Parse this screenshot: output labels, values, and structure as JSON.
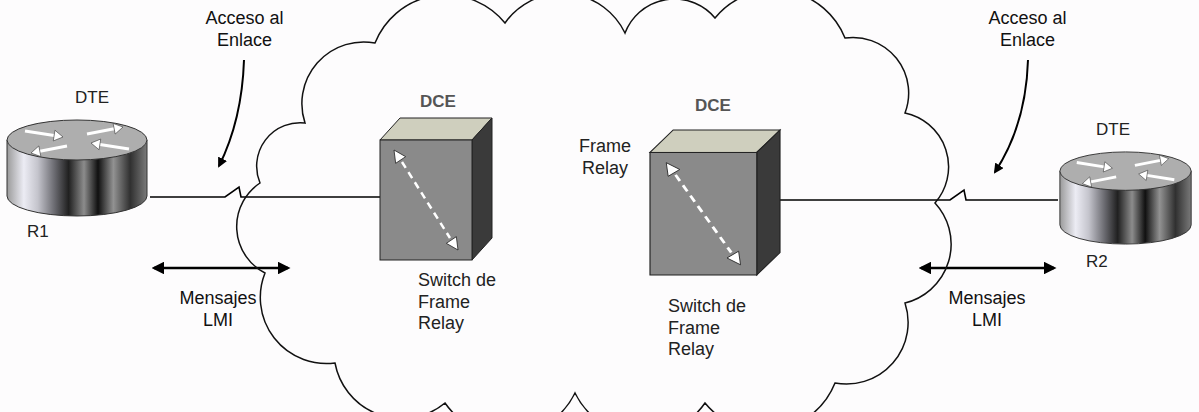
{
  "diagram": {
    "nodes": [
      {
        "text": [
          "DTE",
          "R1"
        ]
      },
      {
        "text": [
          "Frame Relay"
        ]
      },
      {
        "text": [
          "DCE",
          "Switch de Frame Relay"
        ],
        "in": 1
      },
      {
        "text": [
          "DCE",
          "Switch de Frame Relay"
        ],
        "in": 1
      },
      {
        "text": [
          "DTE",
          "R2"
        ]
      }
    ],
    "edges": [
      {
        "from": 0,
        "to": 2,
        "arrow": "none"
      },
      {
        "from": 3,
        "to": 4,
        "arrow": "none"
      }
    ],
    "labels": [
      "Acceso al Enlace",
      "Acceso al Enlace",
      "Mensajes LMI",
      "Mensajes LMI"
    ]
  }
}
